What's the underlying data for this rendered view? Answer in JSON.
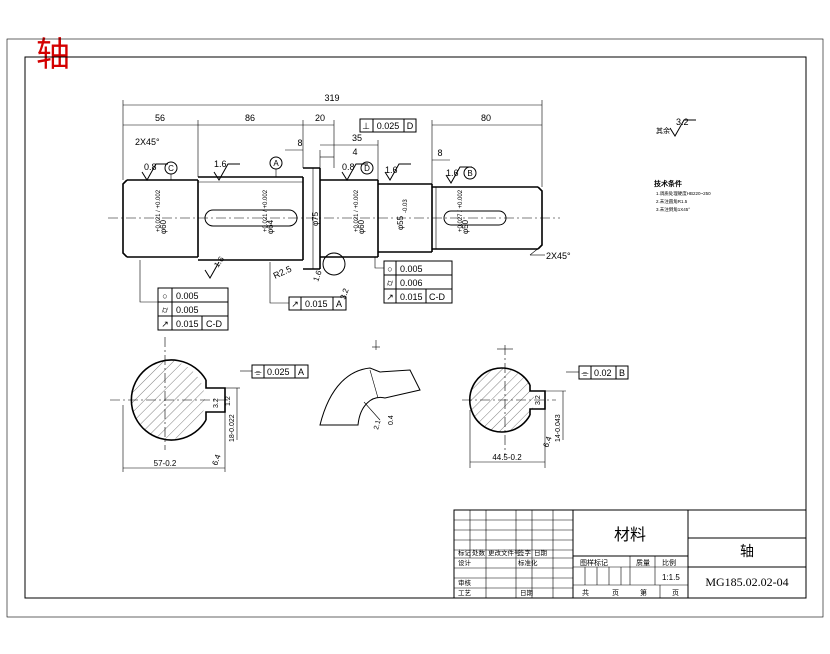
{
  "stamp": "轴",
  "dims": {
    "overall": "319",
    "d56": "56",
    "d86": "86",
    "d8a": "8",
    "d20": "20",
    "d35": "35",
    "d4": "4",
    "d80": "80",
    "d8b": "8",
    "chamfer_left": "2X45°",
    "chamfer_right": "2X45°",
    "r25": "R2.5",
    "d75": "φ75",
    "d60a": "φ60",
    "d60a_tol": "+0.021 / +0.002",
    "d64": "φ64",
    "d64_tol": "+0.021 / +0.002",
    "d60b": "φ60",
    "d60b_tol": "+0.021 / +0.002",
    "d55": "φ55",
    "d55_tol": "-0.03",
    "d50": "φ50",
    "d50_tol": "+0.027 / +0.002",
    "angle1": "1.6",
    "angle2": "1.6"
  },
  "roughness": {
    "r08a": "0.8",
    "r16a": "1.6",
    "r08b": "0.8",
    "r16b": "1.6",
    "r16c": "1.6",
    "r16d": "1.6",
    "r32a": "3.2",
    "r32b": "3.2",
    "r12": "1.2",
    "r64a": "6.4",
    "r64b": "6.4",
    "r32sec": "3.2",
    "other": "3.2",
    "other_label": "其余"
  },
  "datums": {
    "A": "A",
    "B": "B",
    "C": "C",
    "D": "D"
  },
  "tolerances": {
    "top_perp": {
      "sym": "⊥",
      "val": "0.025",
      "ref": "D"
    },
    "left_round": {
      "sym": "○",
      "val": "0.005"
    },
    "left_cyl": {
      "sym": "⌭",
      "val": "0.005"
    },
    "left_runout": {
      "sym": "↗",
      "val": "0.015",
      "ref": "C-D"
    },
    "mid_runout": {
      "sym": "↗",
      "val": "0.015",
      "ref": "A"
    },
    "right_round": {
      "sym": "○",
      "val": "0.005"
    },
    "right_cyl": {
      "sym": "⌭",
      "val": "0.006"
    },
    "right_runout": {
      "sym": "↗",
      "val": "0.015",
      "ref": "C-D"
    },
    "sec1_sym": {
      "sym": "⌯",
      "val": "0.025",
      "ref": "A"
    },
    "sec2_sym": {
      "sym": "⌯",
      "val": "0.02",
      "ref": "B"
    }
  },
  "sections": {
    "s1_width": "57-0.2",
    "s1_keydepth": "18-0.022",
    "s2_width": "44.5-0.2",
    "s2_keydepth": "14-0.043",
    "detail_r": "2.1",
    "detail_h": "0.4"
  },
  "tech": {
    "title": "技术条件",
    "lines": [
      "1.调质处理硬度HB220~250",
      "2.未注圆角R1.5",
      "3.未注倒角1X45°"
    ]
  },
  "titleblock": {
    "material": "材料",
    "name": "轴",
    "code": "MG185.02.02-04",
    "scale": "1:1.5",
    "header": [
      "标记",
      "处数",
      "更改文件号",
      "签字",
      "日期"
    ],
    "rows": [
      "设计",
      "标准化",
      "审核",
      "工艺",
      "日期"
    ],
    "stage_mark": "图样标记",
    "weight": "质量",
    "ratio": "比例",
    "total": "共",
    "page": "页",
    "sheet": "第",
    "sheet_page": "页"
  }
}
